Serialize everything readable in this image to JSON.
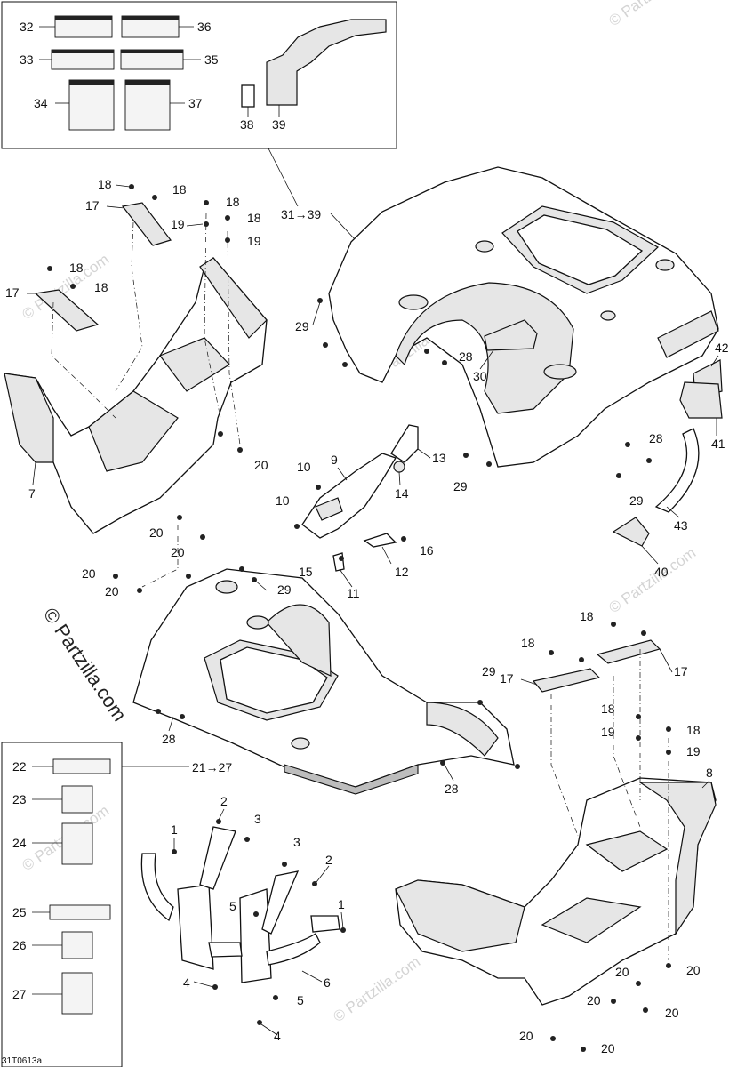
{
  "diagram": {
    "id_code": "31T0613a",
    "watermark": "© Partzilla.com",
    "watermark_small": "© Partzilla.com",
    "kit_top": "31→39",
    "kit_left": "21→27",
    "callouts": [
      "1",
      "2",
      "3",
      "4",
      "5",
      "6",
      "7",
      "8",
      "9",
      "10",
      "11",
      "12",
      "13",
      "14",
      "15",
      "16",
      "17",
      "18",
      "19",
      "20",
      "21",
      "22",
      "23",
      "24",
      "25",
      "26",
      "27",
      "28",
      "29",
      "30",
      "31",
      "32",
      "33",
      "34",
      "35",
      "36",
      "37",
      "38",
      "39",
      "40",
      "41",
      "42",
      "43"
    ]
  }
}
